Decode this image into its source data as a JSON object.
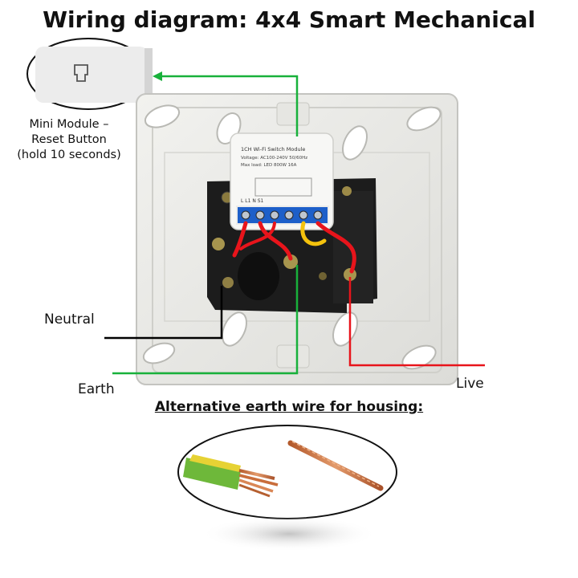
{
  "title": "Wiring diagram: 4x4 Smart Mechanical",
  "reset_caption": [
    "Mini Module –",
    "Reset Button",
    "(hold 10 seconds)"
  ],
  "labels": {
    "neutral": "Neutral",
    "earth": "Earth",
    "live": "Live"
  },
  "module": {
    "line1": "1CH Wi-Fi Switch Module",
    "line2": "Voltage: AC100-240V 50/60Hz",
    "line3": "Max load: LED 800W 16A",
    "terminals": "L   L1   N   S1"
  },
  "alt_heading": "Alternative earth wire for housing:",
  "colors": {
    "live": "#e8141b",
    "earth": "#18b13b",
    "neutral": "#000000",
    "accent_red": "#d91a1a"
  }
}
